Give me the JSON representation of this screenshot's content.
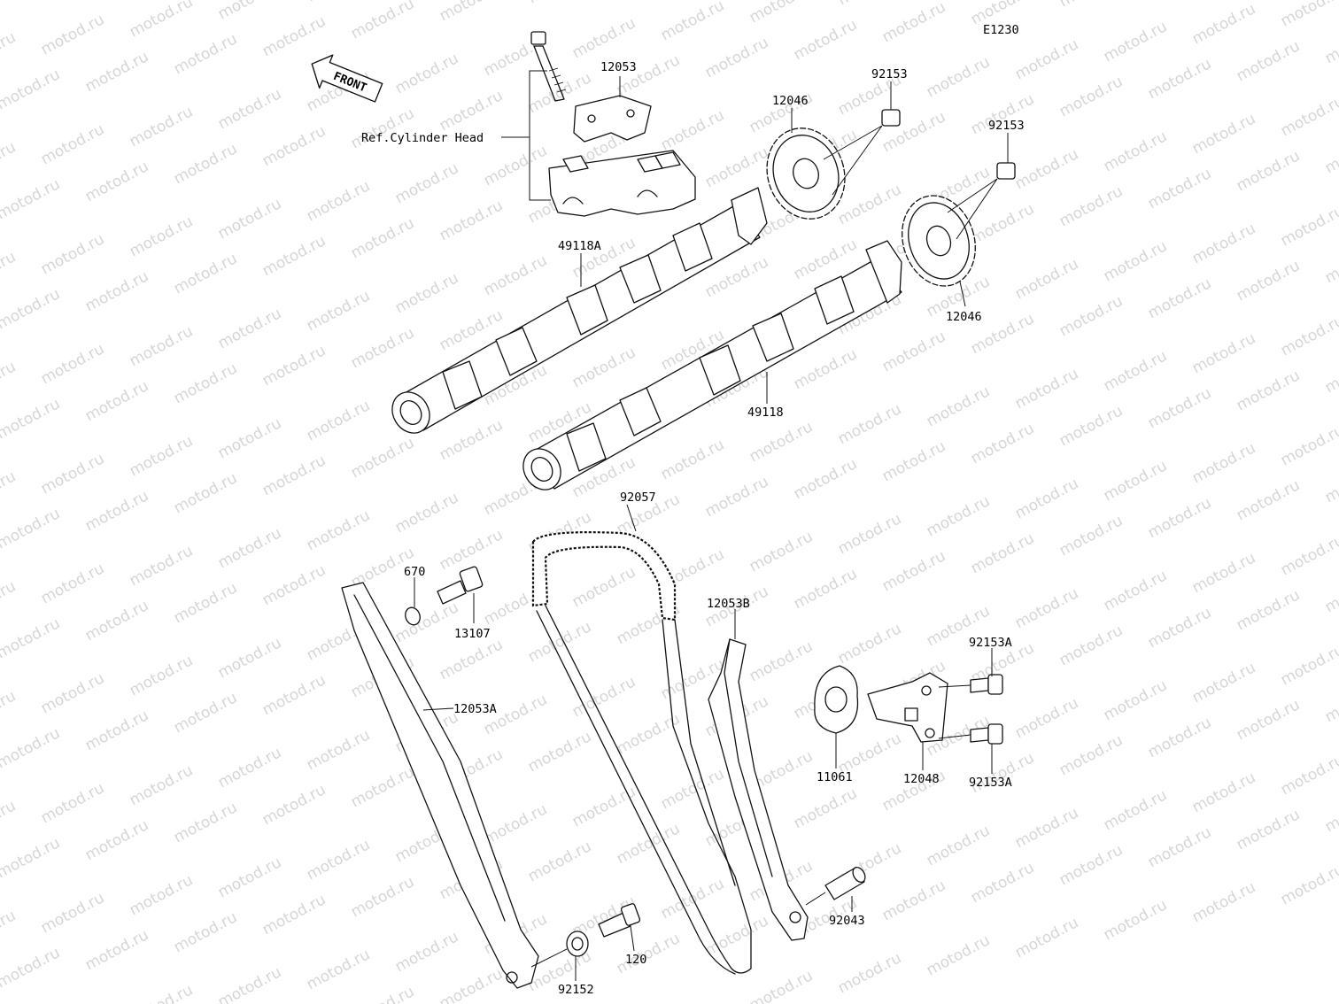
{
  "diagram": {
    "code": "E1230",
    "watermark": "motod.ru",
    "front_arrow": "FRONT",
    "ref_label": "Ref.Cylinder Head",
    "callouts": {
      "p12053": "12053",
      "p12046_top": "12046",
      "p92153_top": "92153",
      "p92153_right": "92153",
      "p12046_right": "12046",
      "p49118A": "49118A",
      "p49118": "49118",
      "p92057": "92057",
      "p670": "670",
      "p13107": "13107",
      "p12053A": "12053A",
      "p12053B": "12053B",
      "p92153A_top": "92153A",
      "p92153A_bottom": "92153A",
      "p11061": "11061",
      "p12048": "12048",
      "p92043": "92043",
      "p120": "120",
      "p92152": "92152"
    }
  }
}
